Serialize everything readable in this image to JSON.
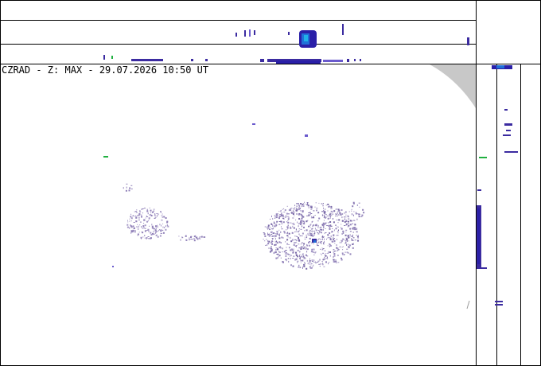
{
  "map": {
    "title": "CZRAD - Z: MAX - 29.07.2026 10:50 UT",
    "product": "Z: MAX",
    "network": "CZRAD",
    "date": "29.07.2026",
    "time": "10:50 UT"
  },
  "colors": {
    "background": "#ffffff",
    "frame": "#000000",
    "coverage_mask": "#c8c8c8",
    "echo_weak": "#9080b8",
    "echo_light": "#6a5acd",
    "echo_moderate": "#2020c0",
    "echo_core": "#2090e0",
    "echo_green": "#20b040"
  },
  "icons": {
    "coverage-mask": "grey-quarter-arc",
    "echo-cluster": "radar-reflectivity-speckle"
  }
}
